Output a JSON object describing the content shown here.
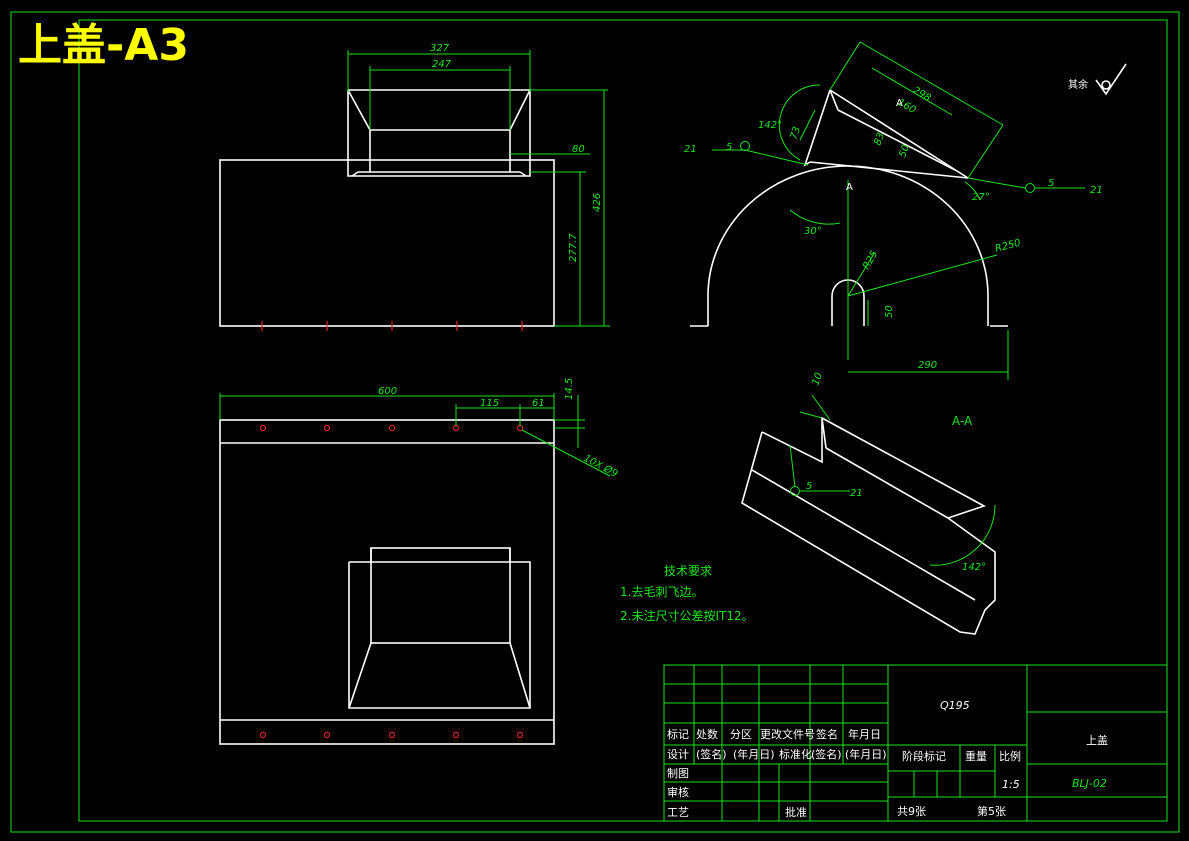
{
  "title": "上盖-A3",
  "dimensions": {
    "front": [
      "327",
      "247",
      "80",
      "426",
      "277.7"
    ],
    "top": [
      "600",
      "115",
      "61",
      "14.5",
      "10X Ø9"
    ],
    "side": [
      "298",
      "160",
      "142°",
      "73",
      "83",
      "50",
      "27°",
      "30°",
      "R25",
      "R250",
      "50",
      "290"
    ],
    "section": [
      "10",
      "142°"
    ]
  },
  "weld": {
    "size": "5",
    "code": "21"
  },
  "section_marker": "A",
  "section_label": "A-A",
  "surface_finish": "其余",
  "tech_requirements": {
    "heading": "技术要求",
    "items": [
      "1.去毛刺飞边。",
      "2.未注尺寸公差按IT12。"
    ]
  },
  "title_block": {
    "headers": [
      "标记",
      "处数",
      "分区",
      "更改文件号",
      "签名",
      "年月日"
    ],
    "row2": [
      "设计",
      "(签名)",
      "(年月日)",
      "标准化",
      "(签名)",
      "(年月日)"
    ],
    "roles": [
      "制图",
      "审核",
      "工艺"
    ],
    "approve": "批准",
    "material": "Q195",
    "stage_mark": "阶段标记",
    "weight": "重量",
    "scale_label": "比例",
    "scale_value": "1:5",
    "part_name": "上盖",
    "drawing_no": "BLJ-02",
    "sheets_total": "共9张",
    "sheet_no": "第5张"
  }
}
